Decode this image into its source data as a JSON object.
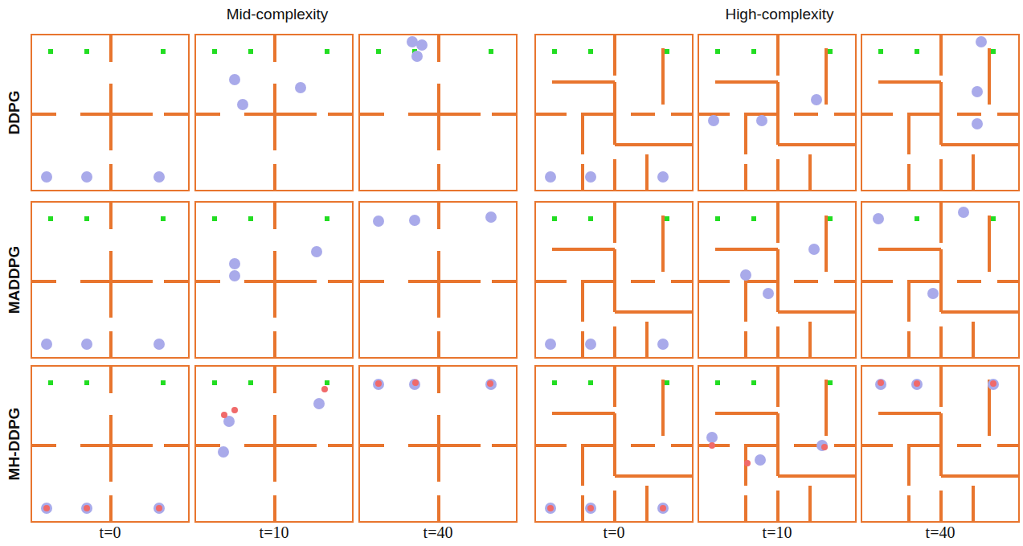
{
  "diagram": {
    "labels": [
      "Mid-complexity",
      "High-complexity",
      "DDPG",
      "MADDPG",
      "MH-DDPG",
      "t=0",
      "t=10",
      "t=40",
      "t=0",
      "t=10",
      "t=40"
    ]
  }
}
